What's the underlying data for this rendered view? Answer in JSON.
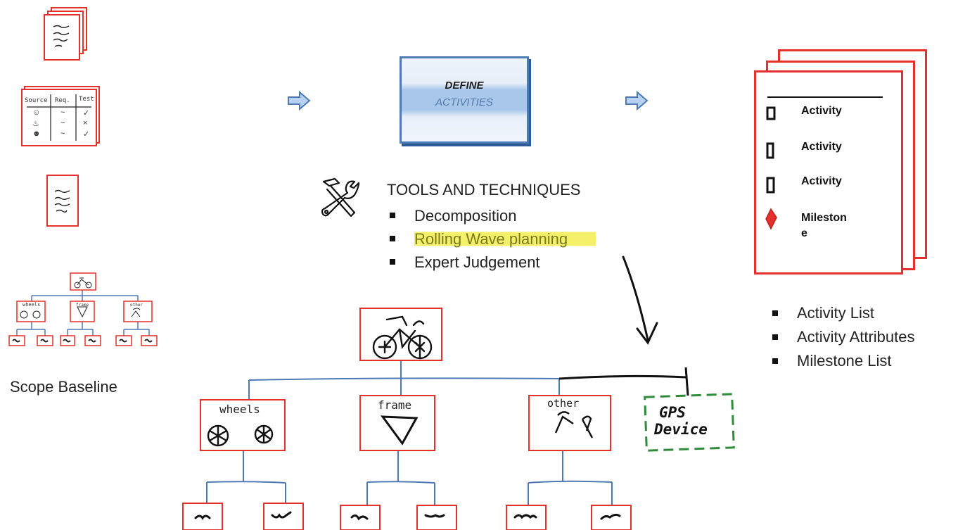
{
  "define_box": {
    "line1": "DEFINE",
    "line2": "ACTIVITIES"
  },
  "tools": {
    "title": "TOOLS AND TECHNIQUES",
    "items": [
      "Decomposition",
      "Rolling Wave planning",
      "Expert Judgement"
    ],
    "highlighted_index": 1
  },
  "inputs": {
    "scope_label": "Scope Baseline"
  },
  "input_table": {
    "headers": [
      "Source",
      "Req.",
      "Test"
    ],
    "rows": [
      [
        "☺",
        "~",
        "✓"
      ],
      [
        "♨",
        "~",
        "×"
      ],
      [
        "☻",
        "~",
        "✓"
      ]
    ]
  },
  "outputs_doc": {
    "rows": [
      "Activity",
      "Activity",
      "Activity",
      "Mileston\ne"
    ]
  },
  "outputs": {
    "items": [
      "Activity List",
      "Activity Attributes",
      "Milestone List"
    ]
  },
  "wbs": {
    "children": [
      "wheels",
      "frame",
      "other"
    ],
    "added_node": "GPS\nDevice"
  },
  "small_wbs": {
    "children": [
      "wheels",
      "frame",
      "other"
    ]
  },
  "colors": {
    "red": "#e4312b",
    "blue": "#4d79b5",
    "green": "#2e8b3a",
    "highlight": "#f4f06a"
  }
}
